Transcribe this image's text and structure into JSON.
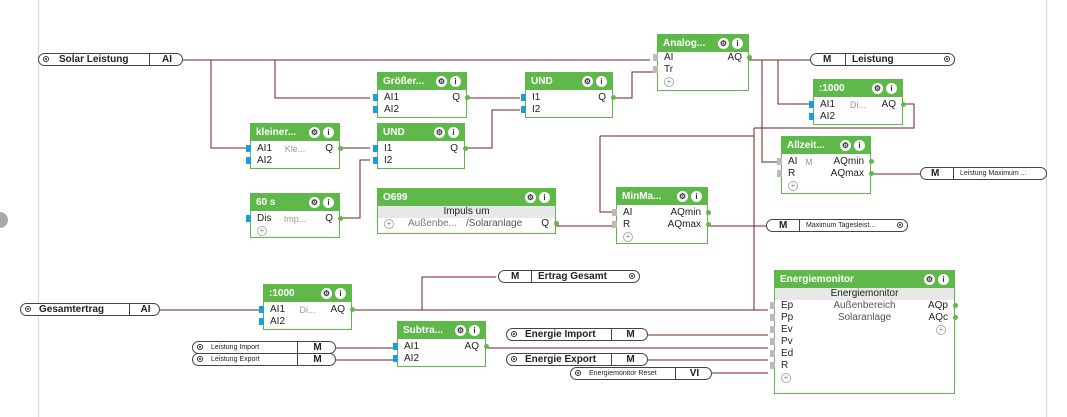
{
  "icons": {
    "gear": "gear-icon",
    "info": "info-icon",
    "add": "add-input-icon"
  },
  "colors": {
    "block": "#5fb94a",
    "wire": "#7a1f1f",
    "digital_input": "#1aa0d8",
    "io_border": "#444444"
  },
  "inputs": {
    "solar": {
      "name": "Solar Leistung",
      "type": "AI"
    },
    "gesamtertrag": {
      "name": "Gesamtertrag",
      "type": "AI"
    },
    "leistung_import": {
      "name": "Leistung Import",
      "type": "M"
    },
    "leistung_export": {
      "name": "Leistung Export",
      "type": "M"
    },
    "reset": {
      "name": "Energiemonitor Reset",
      "type": "VI"
    }
  },
  "outputs": {
    "leistung": {
      "type": "M",
      "name": "Leistung"
    },
    "leistung_max": {
      "type": "M",
      "name": "Leistung Maximum ..."
    },
    "max_tages": {
      "type": "M",
      "name": "Maximum Tagesleist..."
    },
    "ertrag": {
      "type": "M",
      "name": "Ertrag Gesamt"
    },
    "energie_import": {
      "name": "Energie Import",
      "type": "M"
    },
    "energie_export": {
      "name": "Energie Export",
      "type": "M"
    }
  },
  "blocks": {
    "analog": {
      "title": "Analog...",
      "in1": "AI",
      "in2": "Tr",
      "out1": "AQ"
    },
    "groesser": {
      "title": "Größer...",
      "in1": "AI1",
      "in2": "AI2",
      "out1": "Q"
    },
    "und1": {
      "title": "UND",
      "in1": "I1",
      "in2": "I2",
      "out1": "Q"
    },
    "div1": {
      "title": ":1000",
      "in1": "AI1",
      "in2": "AI2",
      "mid": "Di...",
      "out1": "AQ"
    },
    "kleiner": {
      "title": "kleiner...",
      "in1": "AI1",
      "in2": "AI2",
      "mid": "Kle...",
      "out1": "Q"
    },
    "und2": {
      "title": "UND",
      "in1": "I1",
      "in2": "I2",
      "out1": "Q"
    },
    "allzeit": {
      "title": "Allzeit...",
      "in1": "AI",
      "in2": "R",
      "mid": "M",
      "out1": "AQmin",
      "out2": "AQmax"
    },
    "timer": {
      "title": "60 s",
      "in1": "Dis",
      "mid": "Imp...",
      "out1": "Q"
    },
    "o699": {
      "title": "O699",
      "line1": "Impuls um",
      "line2a": "Außenbe...",
      "line2b": "/Solaranlage",
      "out1": "Q"
    },
    "minmax": {
      "title": "MinMa...",
      "in1": "AI",
      "in2": "R",
      "out1": "AQmin",
      "out2": "AQmax"
    },
    "div2": {
      "title": ":1000",
      "in1": "AI1",
      "in2": "AI2",
      "mid": "Di...",
      "out1": "AQ"
    },
    "subtra": {
      "title": "Subtra...",
      "in1": "AI1",
      "in2": "AI2",
      "out1": "AQ"
    },
    "energie": {
      "title": "Energiemonitor",
      "subtitle": "Energiemonitor",
      "line1": "Außenbereich",
      "line2": "Solaranlage",
      "in": [
        "Ep",
        "Pp",
        "Ev",
        "Pv",
        "Ed",
        "R"
      ],
      "out1": "AQp",
      "out2": "AQc"
    }
  }
}
